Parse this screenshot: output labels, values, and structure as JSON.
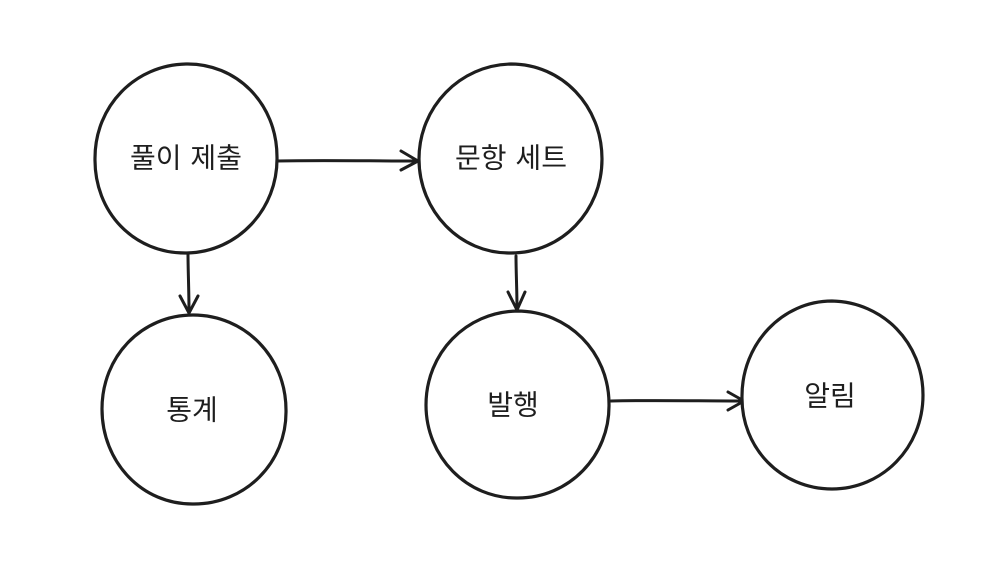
{
  "diagram": {
    "stroke_color": "#1e1e1e",
    "background": "#ffffff",
    "nodes": [
      {
        "id": "submission",
        "label": "풀이 제출"
      },
      {
        "id": "question-set",
        "label": "문항 세트"
      },
      {
        "id": "statistics",
        "label": "통계"
      },
      {
        "id": "publish",
        "label": "발행"
      },
      {
        "id": "notification",
        "label": "알림"
      }
    ],
    "edges": [
      {
        "from": "submission",
        "to": "question-set"
      },
      {
        "from": "submission",
        "to": "statistics"
      },
      {
        "from": "question-set",
        "to": "publish"
      },
      {
        "from": "publish",
        "to": "notification"
      }
    ]
  }
}
